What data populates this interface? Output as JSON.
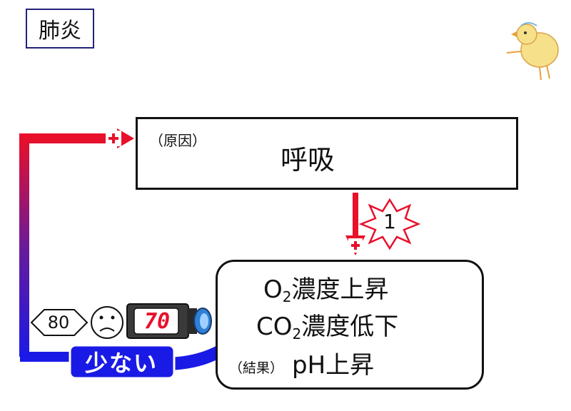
{
  "title": "肺炎",
  "cause": {
    "label": "（原因）",
    "text": "呼吸"
  },
  "result": {
    "label": "（結果）",
    "line1_pre": "O",
    "line1_sub": "2",
    "line1_post": "濃度上昇",
    "line2_pre": "CO",
    "line2_sub": "2",
    "line2_post": "濃度低下",
    "line3": "pH上昇"
  },
  "feedback_label": "少ない",
  "diamond_value": "80",
  "meter_value": "70",
  "star_value": "1",
  "plus_sign": "+",
  "colors": {
    "red": "#e8102a",
    "blue": "#1a1ae6",
    "dark_blue": "#1e1ea8",
    "meter_body": "#3a3a3a",
    "lens": "#2f7fd6"
  },
  "icons": [
    "up-arrow-icon",
    "down-arrow-icon",
    "explosion-star-icon",
    "sad-face-icon",
    "meter-gauge-icon",
    "chick-illustration-icon"
  ]
}
